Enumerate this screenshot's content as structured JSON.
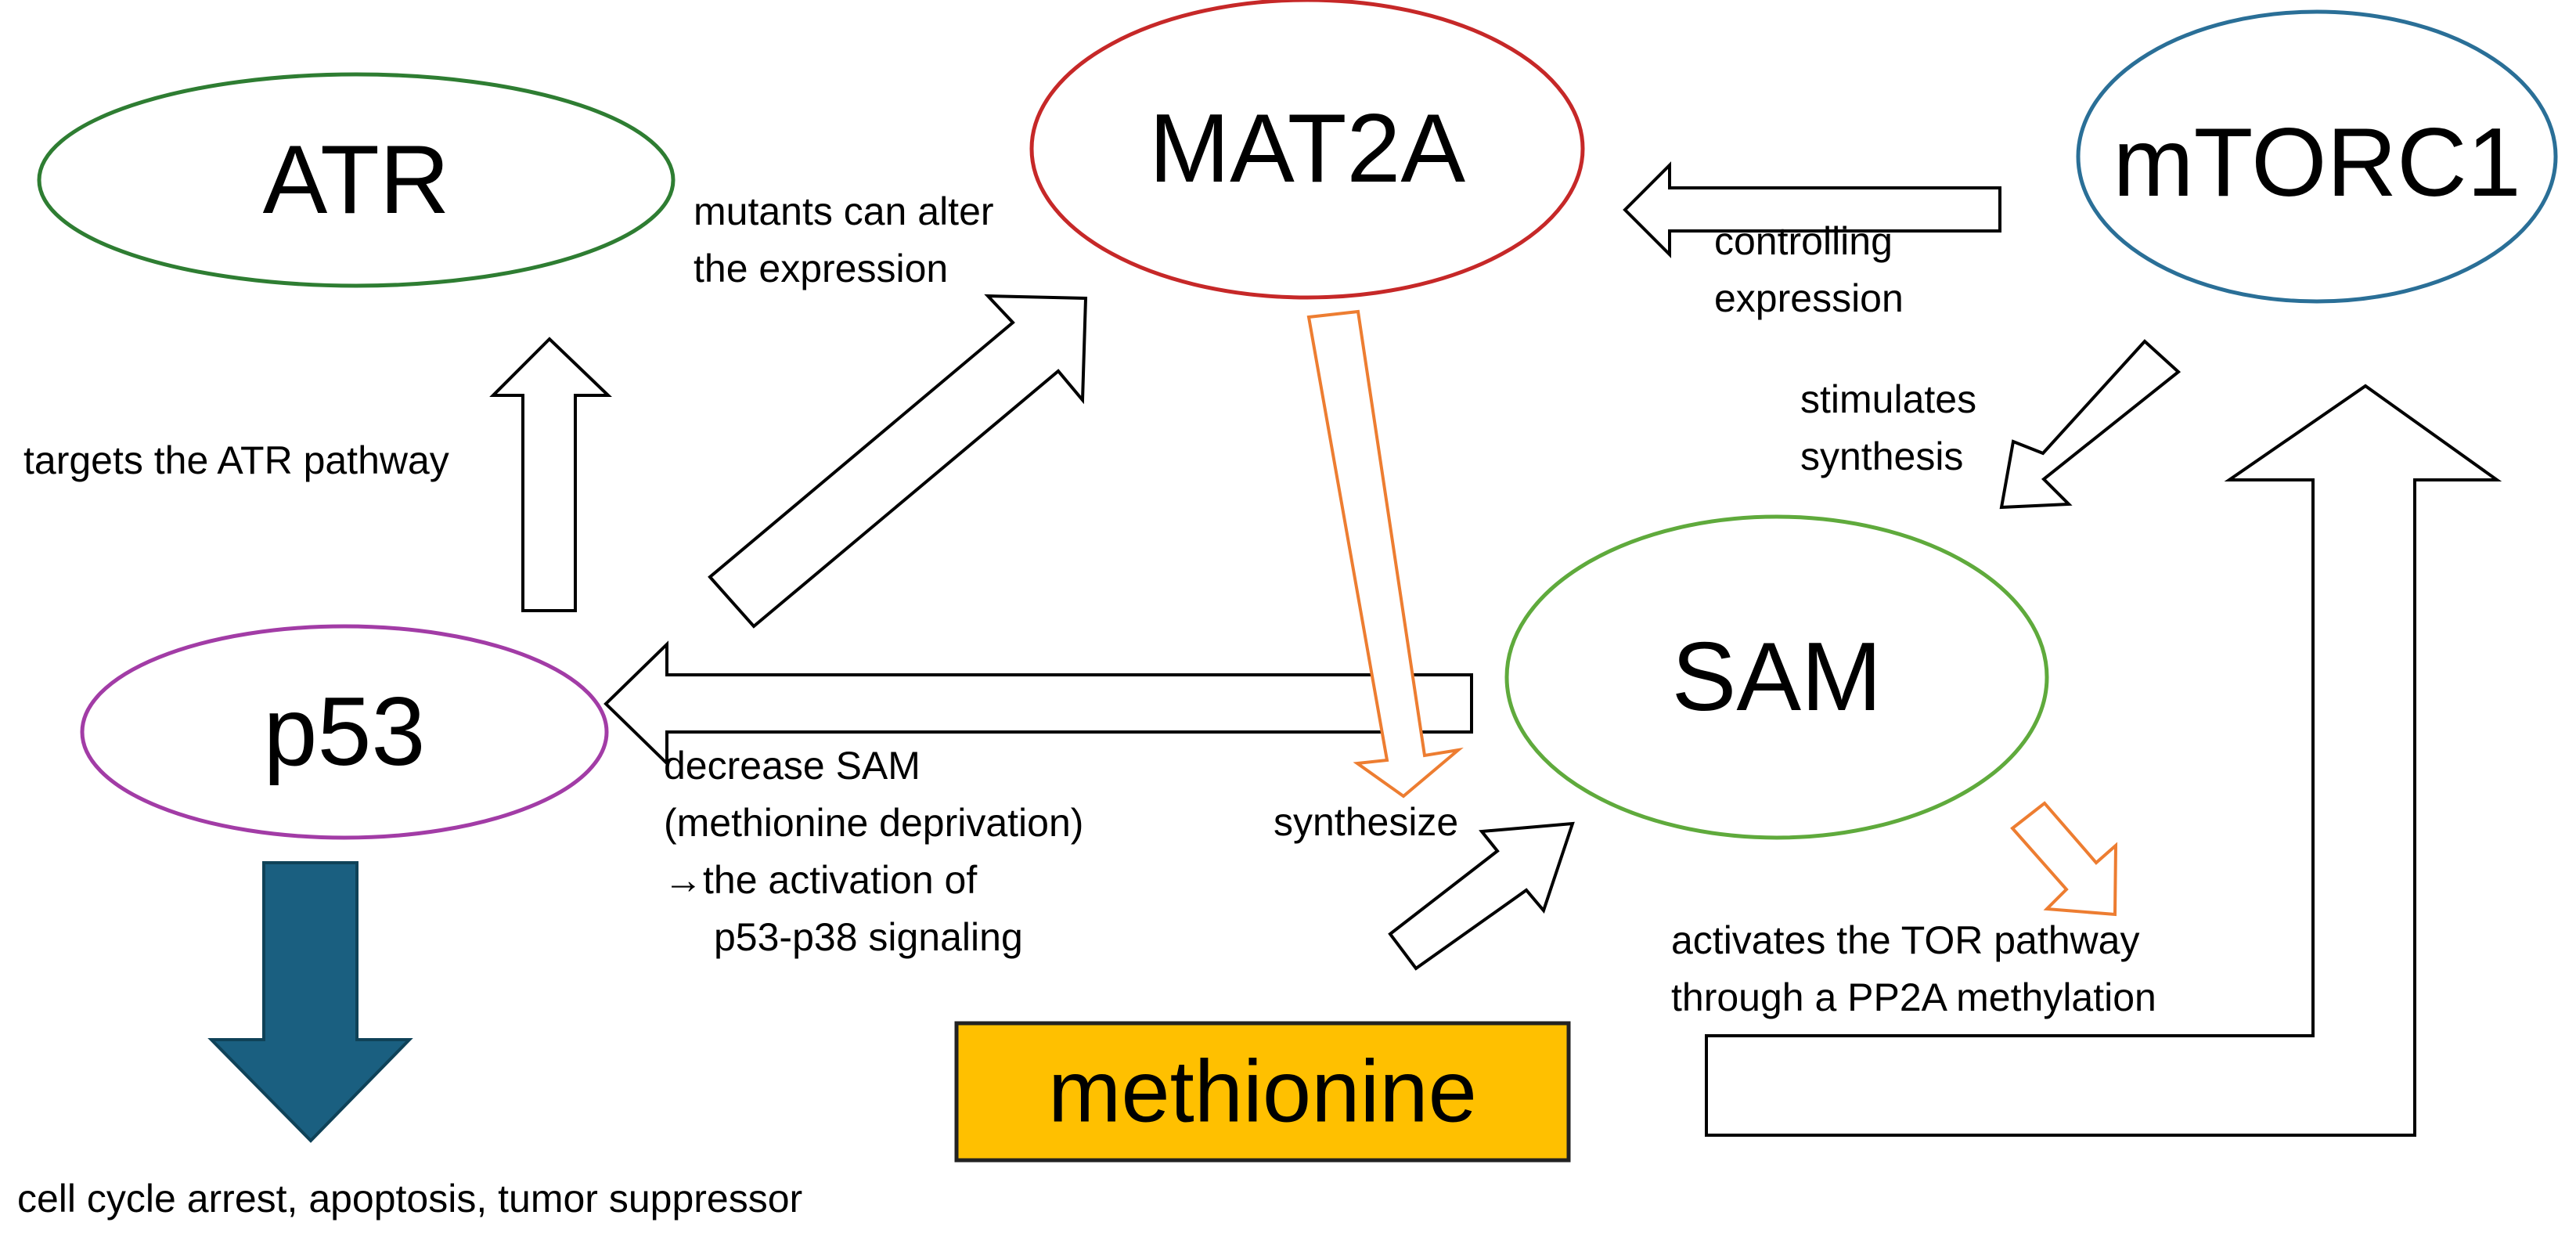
{
  "nodes": {
    "atr": {
      "label": "ATR",
      "color": "#2e7d32"
    },
    "mat2a": {
      "label": "MAT2A",
      "color": "#c62828"
    },
    "mtorc1": {
      "label": "mTORC1",
      "color": "#2a6f97"
    },
    "p53": {
      "label": "p53",
      "color": "#a23ca6"
    },
    "sam": {
      "label": "SAM",
      "color": "#5faa3c"
    },
    "methionine": {
      "label": "methionine",
      "fill": "#ffc000"
    }
  },
  "edges": {
    "p53_to_atr": {
      "lines": [
        "targets the ATR pathway"
      ]
    },
    "p53_to_mat2a": {
      "lines": [
        "mutants can alter",
        "the expression"
      ]
    },
    "mtorc1_to_mat2a": {
      "lines": [
        "controlling",
        "expression"
      ]
    },
    "mtorc1_to_sam": {
      "lines": [
        "stimulates",
        "synthesis"
      ]
    },
    "sam_to_p53": {
      "lines": [
        "decrease SAM",
        "(methionine deprivation)",
        "→the activation of",
        "p53-p38 signaling"
      ]
    },
    "methionine_to_sam": {
      "lines": [
        "synthesize"
      ]
    },
    "sam_to_mtorc1": {
      "lines": [
        "activates  the TOR pathway",
        "through a PP2A methylation"
      ]
    },
    "p53_outcome": {
      "lines": [
        "cell cycle arrest, apoptosis, tumor suppressor"
      ]
    }
  },
  "colors": {
    "outline_arrow": "#000000",
    "orange_arrow": "#ed7d31",
    "outcome_arrow": "#1a5f80"
  }
}
